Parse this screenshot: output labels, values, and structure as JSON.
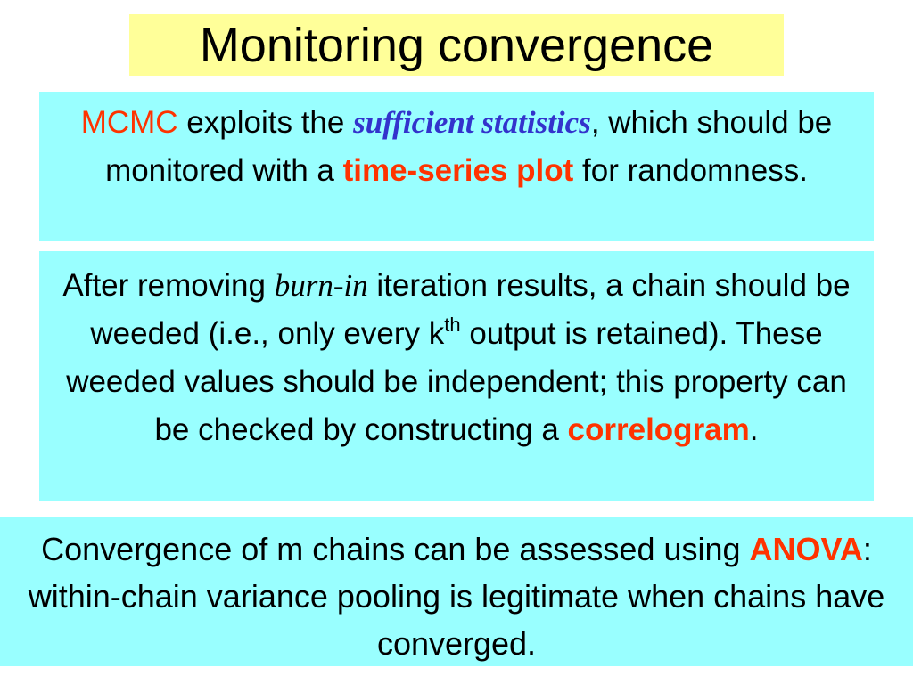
{
  "slide": {
    "title": "Monitoring convergence"
  },
  "panel1": {
    "mcmc": "MCMC",
    "text_a": " exploits the ",
    "sufficient_statistics": "sufficient statistics",
    "text_b": ", which should be monitored with a ",
    "time_series_plot": "time-series plot",
    "text_c": " for randomness."
  },
  "panel2": {
    "text_a": "After removing ",
    "burn_in": "burn-in",
    "text_b": " iteration results, a chain should be weeded (i.e., only every k",
    "superscript": "th",
    "text_c": " output is retained). These weeded values should be independent; this property can be checked by constructing a ",
    "correlogram": "correlogram",
    "text_d": "."
  },
  "panel3": {
    "text_a": "Convergence of m chains can be assessed using ",
    "anova": "ANOVA",
    "text_b": ": within-chain variance pooling is legitimate when chains have converged."
  },
  "colors": {
    "title_background": "#ffff99",
    "panel_background": "#99ffff",
    "highlight": "#ff3300",
    "statistics_term": "#3333cc"
  }
}
